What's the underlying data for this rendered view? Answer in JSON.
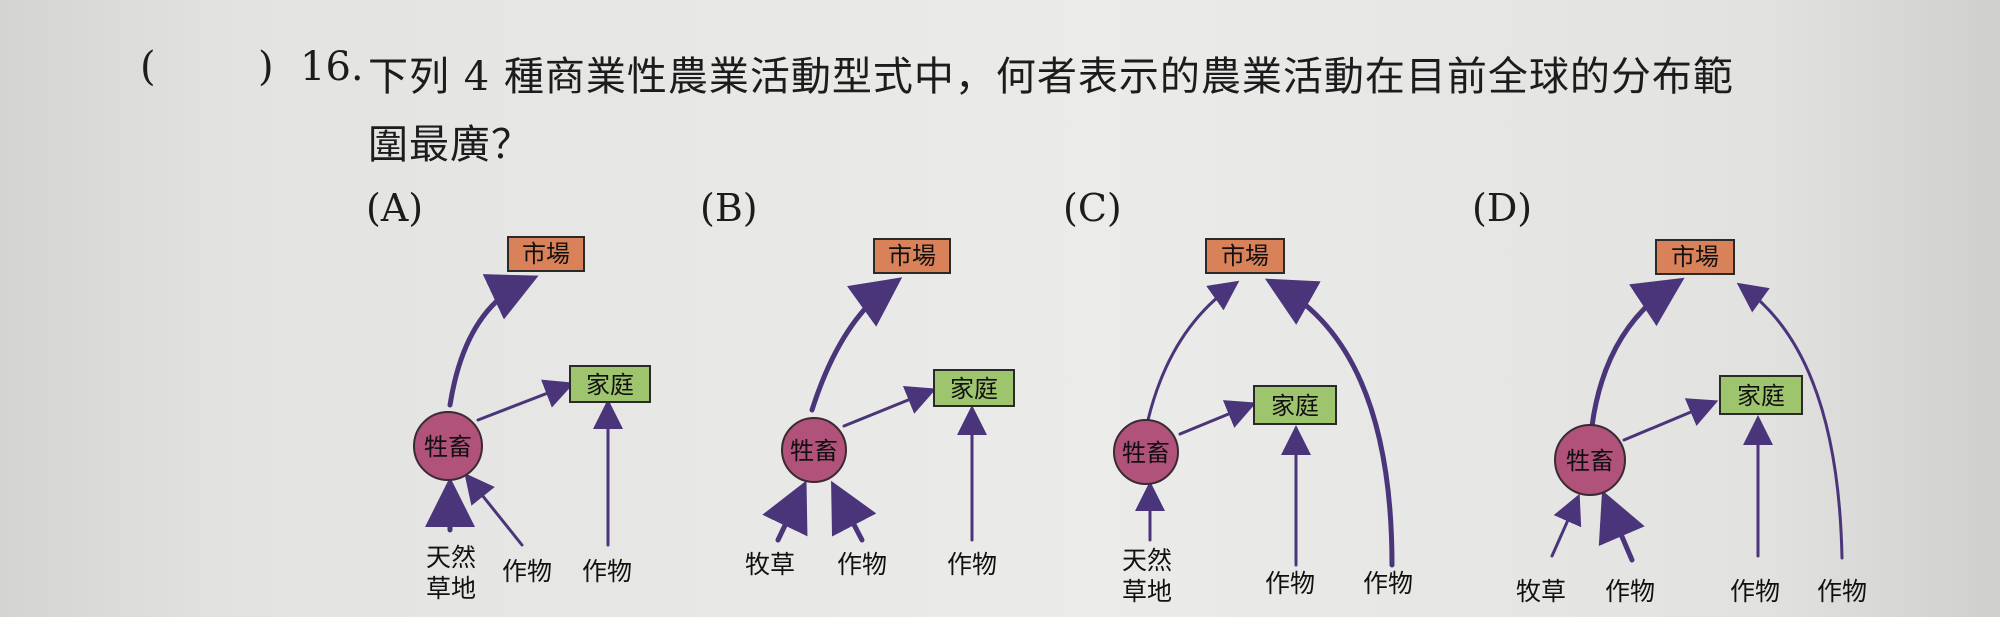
{
  "question": {
    "paren_open": "(",
    "paren_close": ")",
    "number": "16.",
    "stem_line1": "下列 4 種商業性農業活動型式中，何者表示的農業活動在目前全球的分布範",
    "stem_line2": "圍最廣？"
  },
  "options": [
    {
      "label": "(A)",
      "market": "市場",
      "home": "家庭",
      "livestock": "牲畜",
      "inputs": [
        "天然草地",
        "作物",
        "作物"
      ]
    },
    {
      "label": "(B)",
      "market": "市場",
      "home": "家庭",
      "livestock": "牲畜",
      "inputs": [
        "牧草",
        "作物",
        "作物"
      ]
    },
    {
      "label": "(C)",
      "market": "市場",
      "home": "家庭",
      "livestock": "牲畜",
      "inputs": [
        "天然草地",
        "作物",
        "作物"
      ]
    },
    {
      "label": "(D)",
      "market": "市場",
      "home": "家庭",
      "livestock": "牲畜",
      "inputs": [
        "牧草",
        "作物",
        "作物",
        "作物"
      ]
    }
  ],
  "colors": {
    "market": "#d9825a",
    "home": "#9ec46e",
    "livestock": "#b0527a",
    "arrow": "#4b357a"
  }
}
